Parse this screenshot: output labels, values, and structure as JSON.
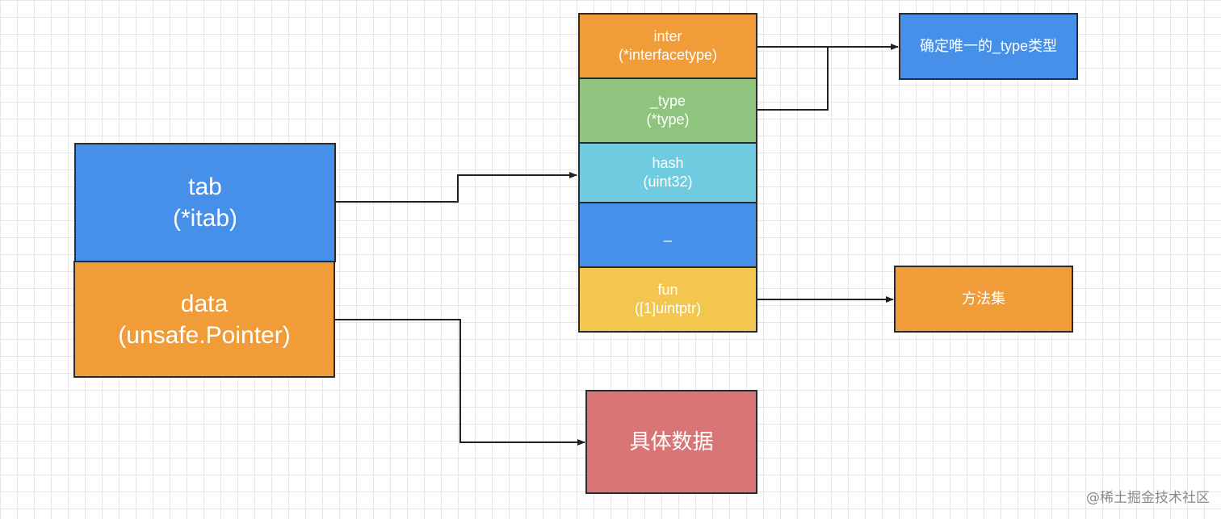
{
  "colors": {
    "blue": "#4690ea",
    "orange": "#ef9c39",
    "green": "#8fc47f",
    "cyan": "#6fcbe0",
    "yellow": "#f3c650",
    "red": "#d97574",
    "border": "#2b2b2b"
  },
  "iface": {
    "tab": {
      "line1": "tab",
      "line2": "(*itab)"
    },
    "data": {
      "line1": "data",
      "line2": "(unsafe.Pointer)"
    }
  },
  "itab": {
    "inter": {
      "line1": "inter",
      "line2": "(*interfacetype)"
    },
    "type": {
      "line1": "_type",
      "line2": "(*type)"
    },
    "hash": {
      "line1": "hash",
      "line2": "(uint32)"
    },
    "pad": {
      "line1": "_"
    },
    "fun": {
      "line1": "fun",
      "line2": "([1]uintptr)"
    }
  },
  "targets": {
    "unique_type": "确定唯一的_type类型",
    "method_set": "方法集",
    "concrete_data": "具体数据"
  },
  "watermark": "@稀土掘金技术社区"
}
